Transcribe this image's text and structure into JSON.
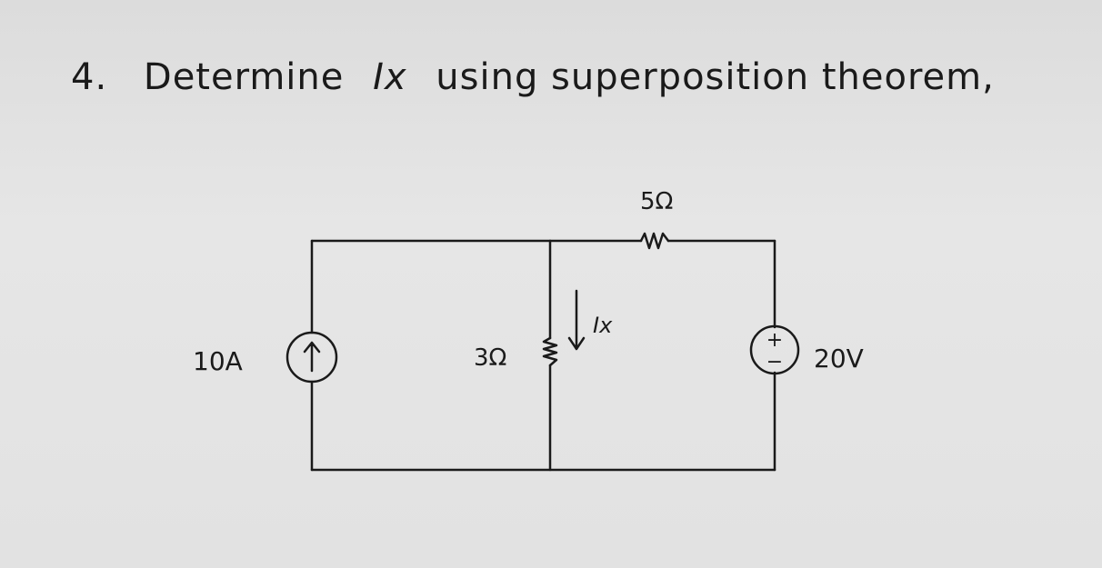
{
  "question": {
    "number": "4.",
    "text_before": "Determine",
    "variable": "Ix",
    "text_after": "using superposition theorem,"
  },
  "circuit": {
    "current_source_label": "10A",
    "resistor_middle_label": "3Ω",
    "current_label": "Ix",
    "resistor_top_label": "5Ω",
    "voltage_source_label": "20V",
    "plus_sign": "+",
    "minus_sign": "−"
  }
}
